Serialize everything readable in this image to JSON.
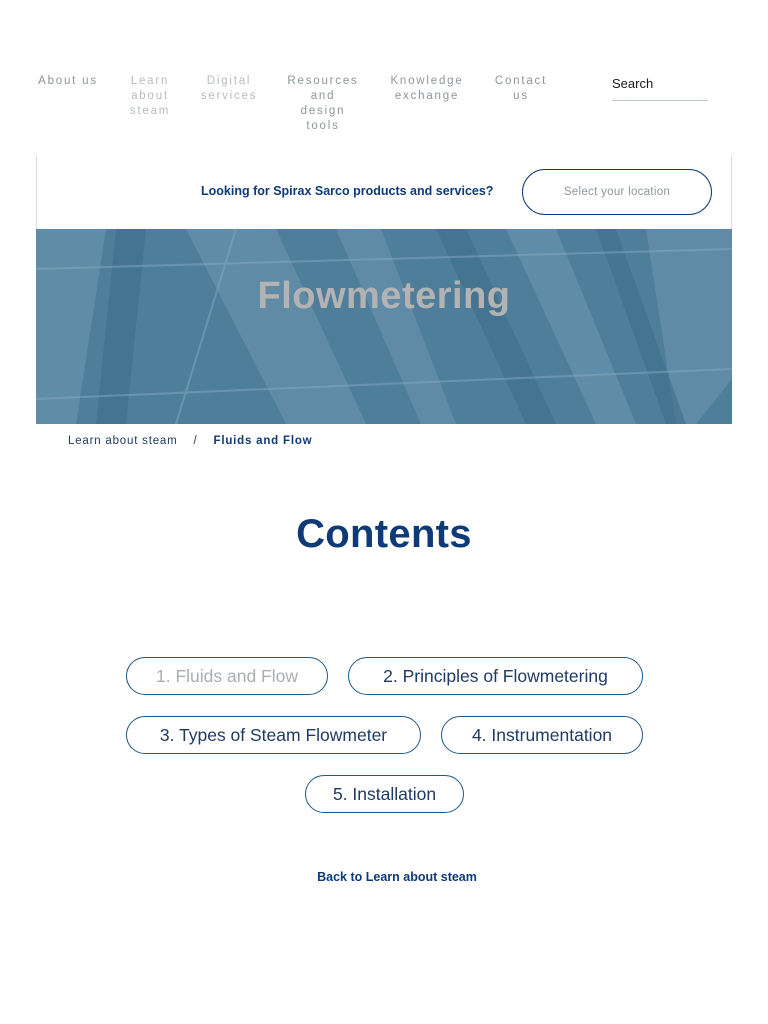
{
  "nav": {
    "items": [
      {
        "label": "About us"
      },
      {
        "label": "Learn about steam"
      },
      {
        "label": "Digital services"
      },
      {
        "label": "Resources and design tools"
      },
      {
        "label": "Knowledge exchange"
      },
      {
        "label": "Contact us"
      }
    ],
    "search": {
      "placeholder": "Search"
    }
  },
  "location_bar": {
    "prompt": "Looking for Spirax Sarco products and services?",
    "button_label": "Select your location"
  },
  "hero": {
    "title": "Flowmetering"
  },
  "breadcrumb": {
    "parent": "Learn about steam",
    "separator": "/",
    "current": "Fluids and Flow"
  },
  "contents": {
    "title": "Contents",
    "chapters": [
      {
        "label": "1. Fluids and Flow",
        "active": true
      },
      {
        "label": "2. Principles of Flowmetering",
        "active": false
      },
      {
        "label": "3. Types of Steam Flowmeter",
        "active": false
      },
      {
        "label": "4. Instrumentation",
        "active": false
      },
      {
        "label": "5. Installation",
        "active": false
      }
    ],
    "back_link": "Back to Learn about steam"
  },
  "colors": {
    "brand_navy": "#0f3a78",
    "hero_blue": "#4f7e9b",
    "nav_grey": "#8f959b"
  }
}
